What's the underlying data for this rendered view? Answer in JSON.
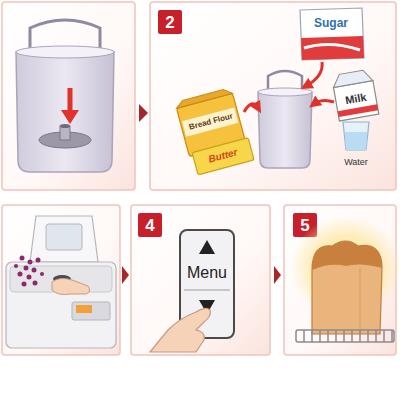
{
  "diagram": {
    "labels": [
      "2",
      "Sugar",
      "Milk",
      "Bread Flour",
      "Butter",
      "Water",
      "4",
      "Menu",
      "5"
    ]
  }
}
